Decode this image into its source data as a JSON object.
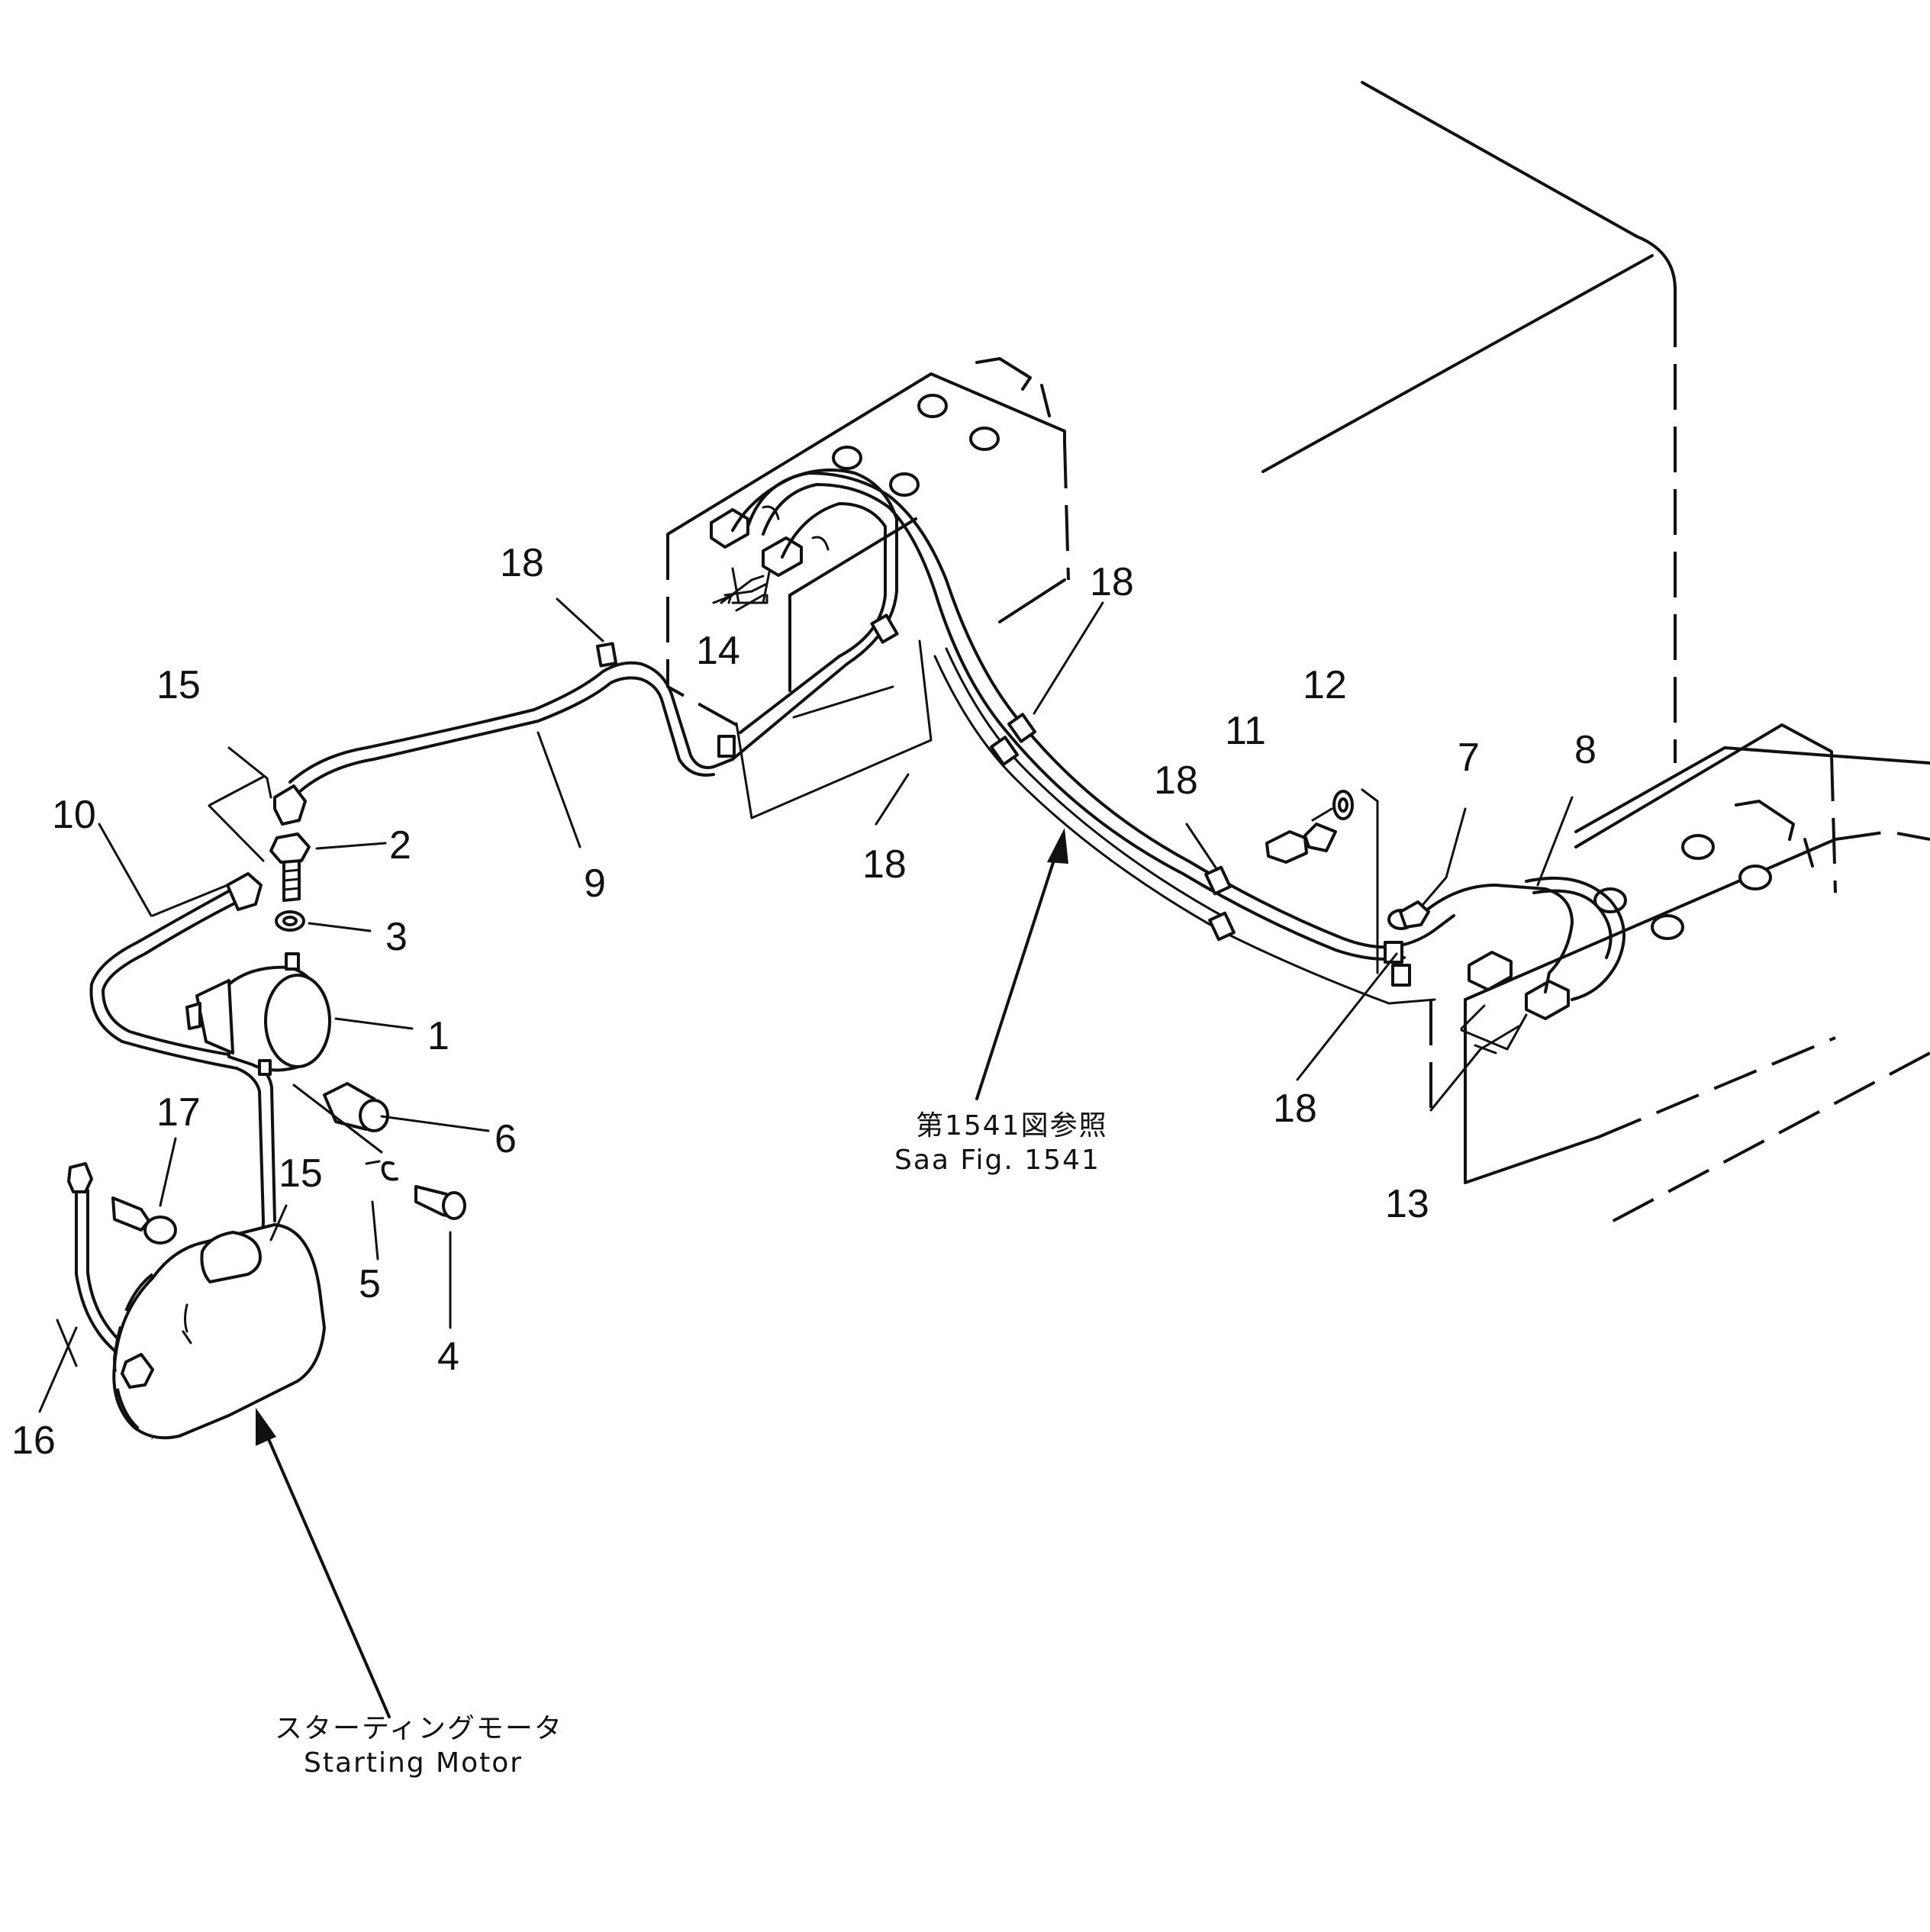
{
  "callouts": {
    "c1": "1",
    "c2": "2",
    "c3": "3",
    "c4": "4",
    "c5": "5",
    "c6": "6",
    "c7": "7",
    "c8": "8",
    "c9": "9",
    "c10": "10",
    "c11": "11",
    "c12": "12",
    "c13": "13",
    "c14": "14",
    "c15a": "15",
    "c15b": "15",
    "c16": "16",
    "c17": "17",
    "c18a": "18",
    "c18b": "18",
    "c18c": "18",
    "c18d": "18",
    "c18e": "18"
  },
  "annotations": {
    "see_fig_jp": "第1541図参照",
    "see_fig_en": "Saa Fig. 1541",
    "starting_motor_jp": "スターティングモータ",
    "starting_motor_en": "Starting Motor"
  }
}
